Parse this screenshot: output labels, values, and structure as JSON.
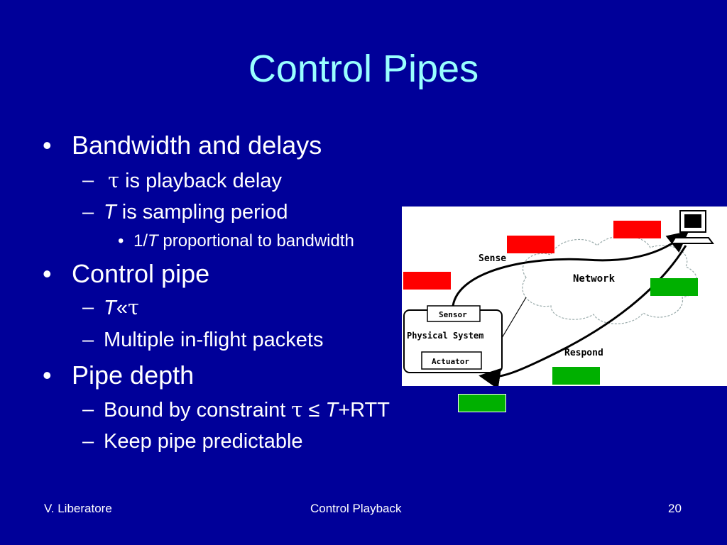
{
  "slide": {
    "title": "Control Pipes",
    "bullets": [
      {
        "text": "Bandwidth and delays"
      },
      {
        "text": "Control  pipe"
      },
      {
        "text": "Pipe depth"
      }
    ],
    "sub": {
      "tau_playback": {
        "sym": "τ",
        "text": " is playback delay"
      },
      "T_sampling": {
        "sym": "T",
        "text": " is sampling period"
      },
      "inv_T": {
        "pre": "1/",
        "sym": "T",
        "text": " proportional to bandwidth"
      },
      "T_ll_tau": {
        "sym": "T",
        "op": "«",
        "tau": "τ"
      },
      "multiple": {
        "text": "Multiple in-flight packets"
      },
      "bound": {
        "pre": "Bound by constraint ",
        "tau": "τ",
        "op": " ≤ ",
        "sym": "T",
        "post": "+RTT"
      },
      "keep": {
        "text": "Keep pipe predictable"
      }
    },
    "markers": {
      "bullet": "•",
      "dash": "–"
    }
  },
  "diagram": {
    "labels": {
      "sense": "Sense",
      "network": "Network",
      "respond": "Respond",
      "sensor": "Sensor",
      "physical_system": "Physical System",
      "actuator": "Actuator"
    },
    "colors": {
      "red": "#ff0000",
      "green": "#00b000"
    }
  },
  "footer": {
    "author": "V. Liberatore",
    "topic": "Control Playback",
    "page": "20"
  },
  "colors": {
    "background": "#000099",
    "title": "#99ffff",
    "text": "#ffffff"
  }
}
